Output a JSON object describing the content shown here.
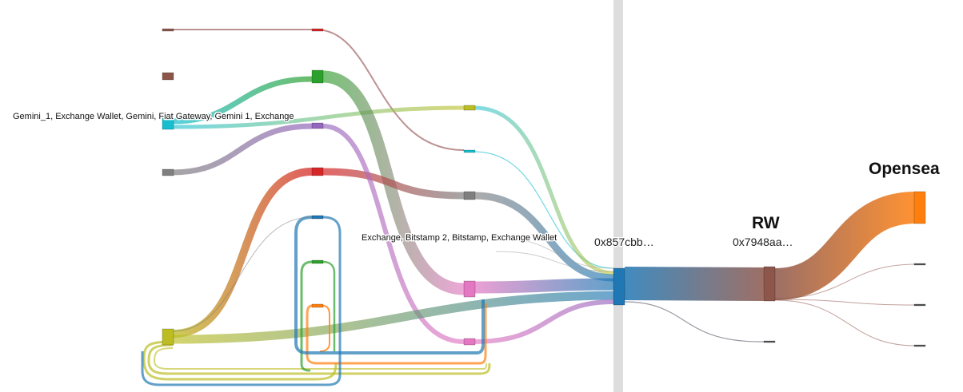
{
  "diagram": {
    "type": "sankey",
    "labels": {
      "gemini_label": "Gemini_1, Exchange Wallet, Gemini, Fiat Gateway, Gemini 1, Exchange",
      "bitstamp_label": "Exchange, Bitstamp 2, Bitstamp, Exchange Wallet",
      "hub_label": "0x857cbb…",
      "rw_name": "RW",
      "rw_address": "0x7948aa…",
      "opensea_label": "Opensea"
    },
    "colors": {
      "brown": "#8c564b",
      "green": "#2ca02c",
      "cyan": "#17becf",
      "purple": "#9467bd",
      "gray": "#7f7f7f",
      "red": "#d62728",
      "olive": "#bcbd22",
      "pink": "#e377c2",
      "blue": "#1f77b4",
      "orange": "#ff7f0e",
      "separator": "#dddddd"
    }
  }
}
